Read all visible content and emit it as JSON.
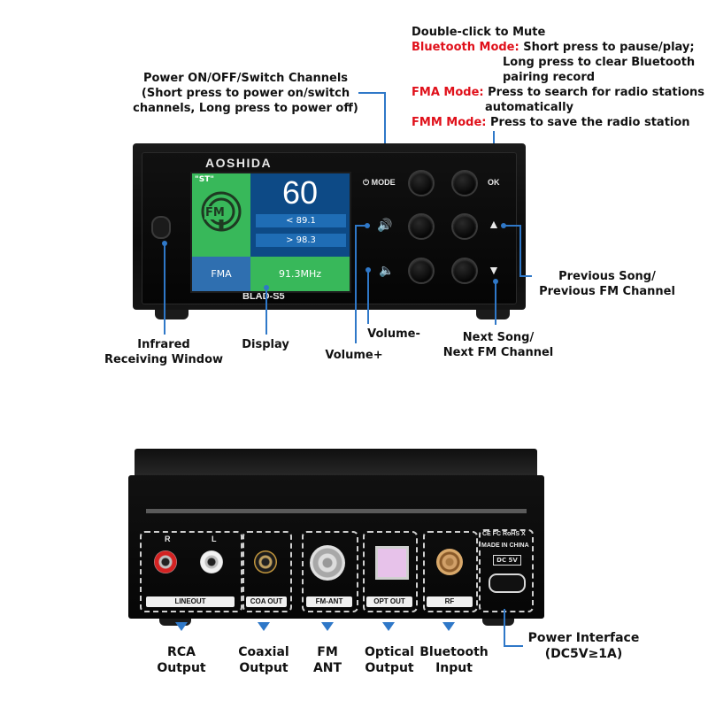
{
  "top_annotations": {
    "mute": "Double-click to Mute",
    "bt_mode_title": "Bluetooth Mode:",
    "bt_mode_line1": "Short press to pause/play;",
    "bt_mode_line2": "Long press to clear Bluetooth",
    "bt_mode_line3": "pairing record",
    "fma_title": "FMA Mode:",
    "fma_line1": "Press to search for radio stations",
    "fma_line2": "automatically",
    "fmm_title": "FMM Mode:",
    "fmm_line1": "Press to save the radio station",
    "power_line1": "Power ON/OFF/Switch Channels",
    "power_line2": "(Short press to power on/switch",
    "power_line3": "channels, Long press to power off)"
  },
  "front": {
    "brand": "AOSHIDA",
    "model": "BLAD-S5",
    "mode_label": "MODE",
    "ok_label": "OK",
    "screen": {
      "st": "\"ST\"",
      "fm_icon": "FM",
      "volume": "60",
      "freq_prev": "< 89.1",
      "freq_next": "> 98.3",
      "mode": "FMA",
      "freq": "91.3MHz"
    }
  },
  "front_labels": {
    "infrared": [
      "Infrared",
      "Receiving Window"
    ],
    "display": "Display",
    "volume_minus": "Volume-",
    "volume_plus": "Volume+",
    "next": [
      "Next Song/",
      "Next FM Channel"
    ],
    "previous": [
      "Previous Song/",
      "Previous FM Channel"
    ]
  },
  "rear": {
    "r": "R",
    "l": "L",
    "lineout": "LINEOUT",
    "coa_out": "COA OUT",
    "fm_ant": "FM-ANT",
    "opt_out": "OPT OUT",
    "rf": "RF",
    "cert": "CE FC RoHS X",
    "made_in": "MADE IN CHINA",
    "dc": "DC 5V"
  },
  "rear_labels": {
    "rca": [
      "RCA",
      "Output"
    ],
    "coaxial": [
      "Coaxial",
      "Output"
    ],
    "fm": [
      "FM",
      "ANT"
    ],
    "optical": [
      "Optical",
      "Output"
    ],
    "bluetooth": [
      "Bluetooth",
      "Input"
    ],
    "power": [
      "Power Interface",
      "(DC5V≥1A)"
    ]
  },
  "colors": {
    "accent_red": "#e0101a",
    "annotation_blue": "#2f78c8",
    "screen_green": "#38b85a",
    "screen_blue": "#0d4a86"
  }
}
